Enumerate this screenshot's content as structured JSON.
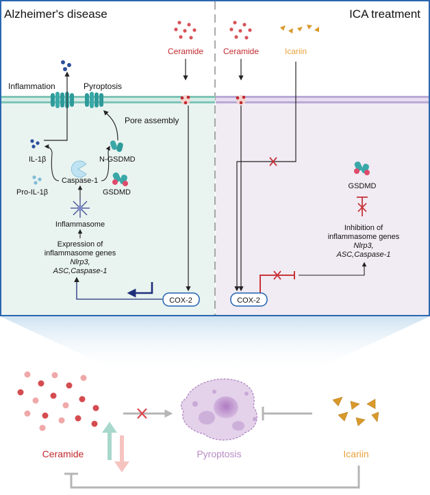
{
  "panels": {
    "left_title": "Alzheimer's disease",
    "right_title": "ICA treatment"
  },
  "left": {
    "ceramide": "Ceramide",
    "inflammation": "Inflammation",
    "pyroptosis": "Pyroptosis",
    "pore_assembly": "Pore assembly",
    "il1b": "IL-1β",
    "n_gsdmd": "N-GSDMD",
    "caspase1": "Caspase-1",
    "pro_il1b": "Pro-IL-1β",
    "gsdmd": "GSDMD",
    "inflammasome": "Inflammasome",
    "expr_line1": "Expression of",
    "expr_line2": "inflammasome genes",
    "expr_line3": "Nlrp3,",
    "expr_line4": "ASC,Caspase-1",
    "cox2": "COX-2"
  },
  "right": {
    "ceramide": "Ceramide",
    "icariin": "Icariin",
    "gsdmd": "GSDMD",
    "inh_line1": "Inhibition of",
    "inh_line2": "inflammasome genes",
    "inh_line3": "Nlrp3,",
    "inh_line4": "ASC,Caspase-1",
    "cox2": "COX-2"
  },
  "summary": {
    "ceramide": "Ceramide",
    "pyroptosis": "Pyroptosis",
    "icariin": "Icariin"
  },
  "colors": {
    "ceramide": "#c0282c",
    "icariin": "#e8a23a",
    "pyroptosis": "#b88ac4",
    "left_bg": "#e9f3f0",
    "right_bg": "#f1ebf3",
    "membrane_left": "#7fc4b8",
    "membrane_right": "#b9a9d6",
    "gsdmd_teal": "#3aa8a8",
    "gsdmd_pink": "#e04a6a",
    "cox2_border": "#1f5fb0",
    "inhibit_red": "#c8343a",
    "arrow_navy": "#1e2f7a",
    "up_arrow": "#a8d8cc",
    "down_arrow": "#f6c4c0"
  }
}
